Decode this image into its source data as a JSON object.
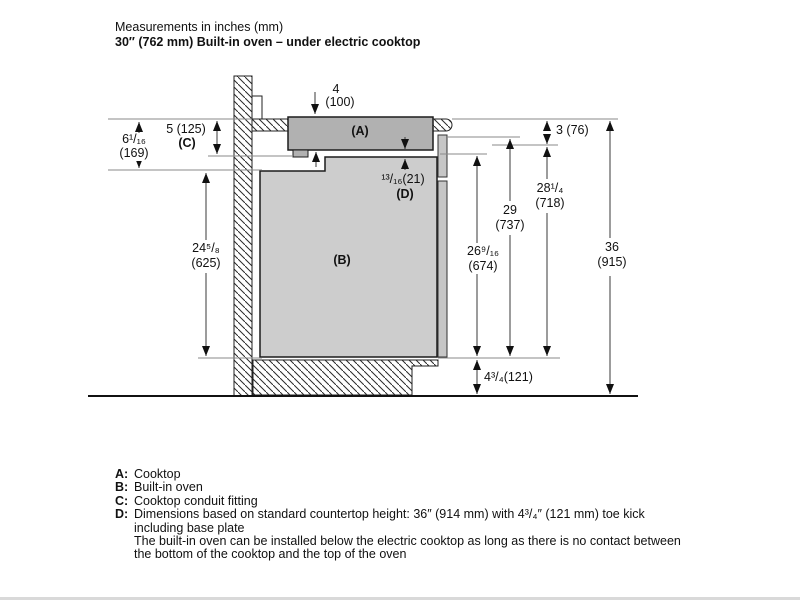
{
  "page": {
    "title_line1": "Measurements in inches (mm)",
    "title_line2": "30″ (762 mm) Built-in oven – under electric cooktop"
  },
  "diagram": {
    "part_labels": {
      "a": "(A)",
      "b": "(B)"
    },
    "dimensions": {
      "cooktop_height_in": "4",
      "cooktop_height_mm": "(100)",
      "counter_to_oven_top_in": "6¹/₁₆",
      "counter_to_oven_top_mm": "(169)",
      "conduit_depth": "5 (125)",
      "conduit_key": "(C)",
      "oven_height_in": "24⁵/₈",
      "oven_height_mm": "(625)",
      "gap": "¹³/₁₆(21)",
      "gap_key": "(D)",
      "counter_thickness": "3 (76)",
      "h2814_in": "28¹/₄",
      "h2814_mm": "(718)",
      "h29_in": "29",
      "h29_mm": "(737)",
      "h26916_in": "26⁹/₁₆",
      "h26916_mm": "(674)",
      "counter_height_in": "36",
      "counter_height_mm": "(915)",
      "toe_kick": "4³/₄(121)"
    }
  },
  "legend": {
    "items": [
      {
        "key": "A:",
        "text": "Cooktop"
      },
      {
        "key": "B:",
        "text": "Built-in oven"
      },
      {
        "key": "C:",
        "text": "Cooktop conduit fitting"
      },
      {
        "key": "D:",
        "text": "Dimensions based on standard countertop height: 36″ (914 mm) with 4³/₄″ (121 mm) toe kick including base plate",
        "text2": "The built-in oven can be installed below the electric cooktop as long as there is no contact between the bottom of the cooktop and the top of the oven"
      }
    ]
  },
  "colors": {
    "cooktop_fill": "#b1b1b1",
    "oven_fill": "#cdcdcd",
    "panel_fill": "#c6c6c6",
    "outline": "#1c1c1c"
  }
}
